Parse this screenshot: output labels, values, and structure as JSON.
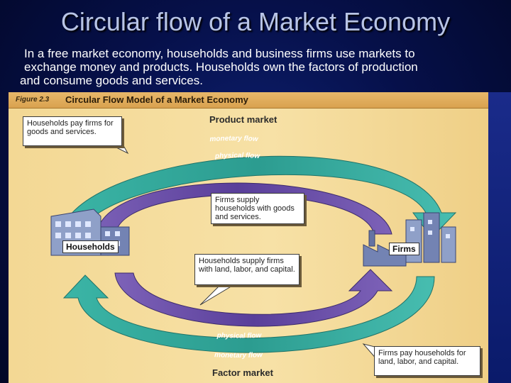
{
  "slide": {
    "title": "Circular flow of a Market Economy",
    "body_line1": "In a free market economy, households and business firms use markets to",
    "body_line2": "exchange money and products.  Households own the factors of production",
    "body_line3": "and consume goods and services."
  },
  "figure": {
    "number": "Figure 2.3",
    "title": "Circular Flow Model of a Market Economy",
    "product_market": "Product market",
    "factor_market": "Factor market",
    "households": "Households",
    "firms": "Firms",
    "flows": {
      "top_outer": "monetary flow",
      "top_inner": "physical flow",
      "bottom_inner": "physical flow",
      "bottom_outer": "monetary flow"
    },
    "callouts": {
      "households_pay": "Households pay firms for goods and services.",
      "firms_supply": "Firms supply households with goods and services.",
      "households_supply": "Households supply firms with land, labor, and capital.",
      "firms_pay": "Firms pay households for land, labor, and capital."
    }
  },
  "colors": {
    "background": "#06104a",
    "title": "#b8c4e6",
    "figure_bg": "#f5dc9c",
    "monetary_arrow": "#2fa79a",
    "physical_arrow": "#6a4fa8"
  }
}
